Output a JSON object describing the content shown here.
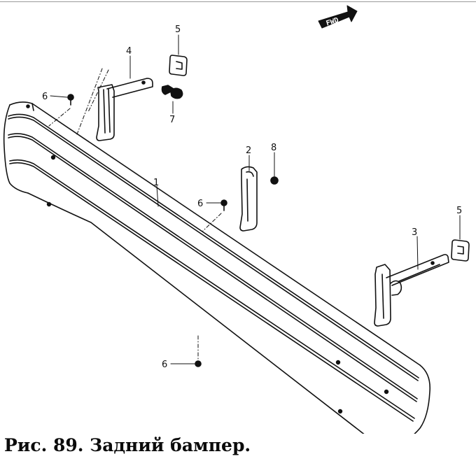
{
  "figure": {
    "caption": "Рис. 89. Задний бампер.",
    "direction_badge": "FWD"
  },
  "callouts": [
    {
      "part": "bumper",
      "label": "1"
    },
    {
      "part": "center-bracket",
      "label": "2"
    },
    {
      "part": "right-bracket",
      "label": "3"
    },
    {
      "part": "left-bracket",
      "label": "4"
    },
    {
      "part": "cover-upper",
      "label": "5"
    },
    {
      "part": "cover-right",
      "label": "5"
    },
    {
      "part": "screw-left",
      "label": "6"
    },
    {
      "part": "screw-middle",
      "label": "6"
    },
    {
      "part": "screw-bottom",
      "label": "6"
    },
    {
      "part": "bolt",
      "label": "7"
    },
    {
      "part": "nut",
      "label": "8"
    }
  ],
  "colors": {
    "line": "#111111",
    "paper": "#ffffff"
  }
}
